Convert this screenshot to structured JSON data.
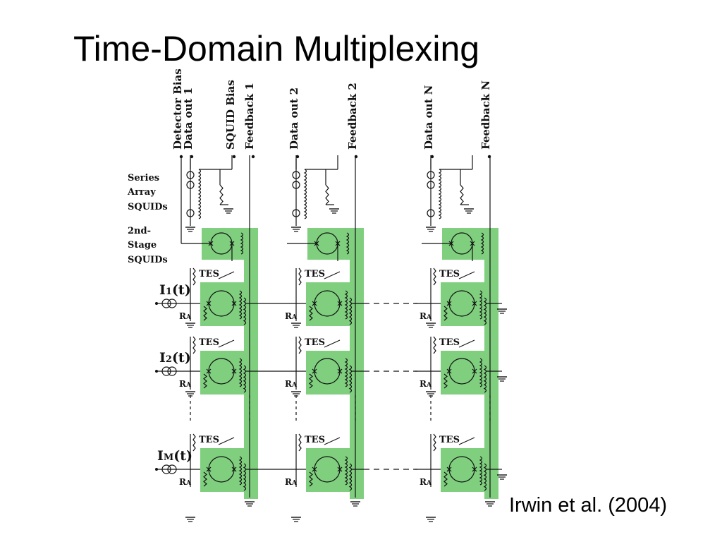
{
  "slide": {
    "title": "Time-Domain Multiplexing",
    "citation": "Irwin et al. (2004)"
  },
  "diagram": {
    "column_labels": [
      [
        "Detector Bias",
        "Data out 1",
        "SQUID Bias",
        "Feedback 1"
      ],
      [
        "Data out 2",
        "Feedback 2"
      ],
      [
        "Data out N",
        "Feedback N"
      ]
    ],
    "side_labels": {
      "series_array": [
        "Series",
        "Array",
        "SQUIDs"
      ],
      "second_stage": [
        "2nd-",
        "Stage",
        "SQUIDs"
      ]
    },
    "row_currents": [
      {
        "main": "I",
        "sub": "1",
        "suffix": "(t)"
      },
      {
        "main": "I",
        "sub": "2",
        "suffix": "(t)"
      },
      {
        "main": "I",
        "sub": "M",
        "suffix": "(t)"
      }
    ],
    "tes_label": "TES",
    "ra_label": {
      "main": "R",
      "sub": "A"
    },
    "colors": {
      "squid_fill": "#7fcf7f",
      "wire": "#111111"
    }
  }
}
